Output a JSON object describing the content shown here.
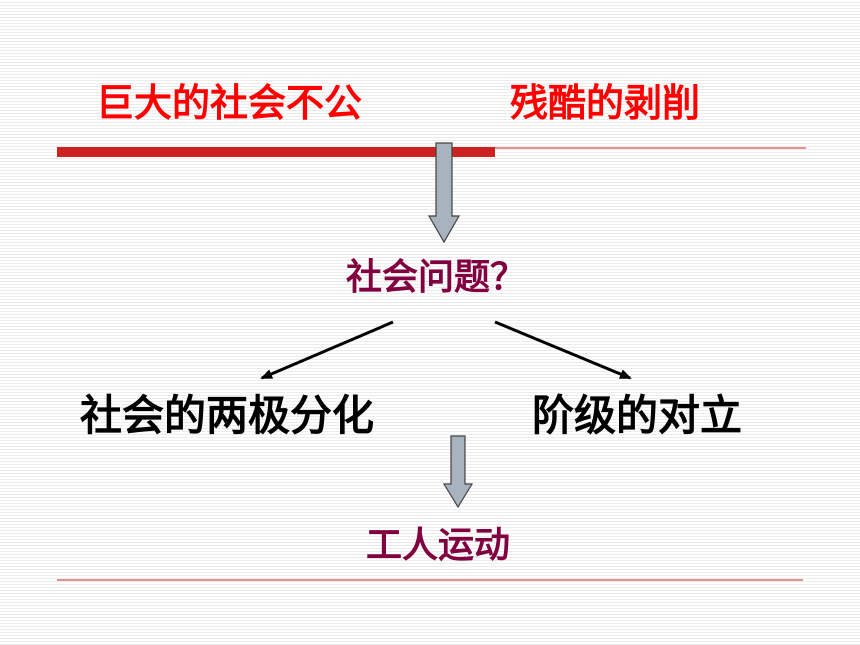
{
  "slide": {
    "top_left": "巨大的社会不公",
    "top_right": "残酷的剥削",
    "question": "社会问题？",
    "branch_left": "社会的两极分化",
    "branch_right": "阶级的对立",
    "result": "工人运动"
  },
  "colors": {
    "title": "#ff0000",
    "highlight": "#800040",
    "body_text": "#000000",
    "rule": "#cc2222",
    "arrow_fill": "#a9b3bf",
    "arrow_stroke": "#404040"
  }
}
